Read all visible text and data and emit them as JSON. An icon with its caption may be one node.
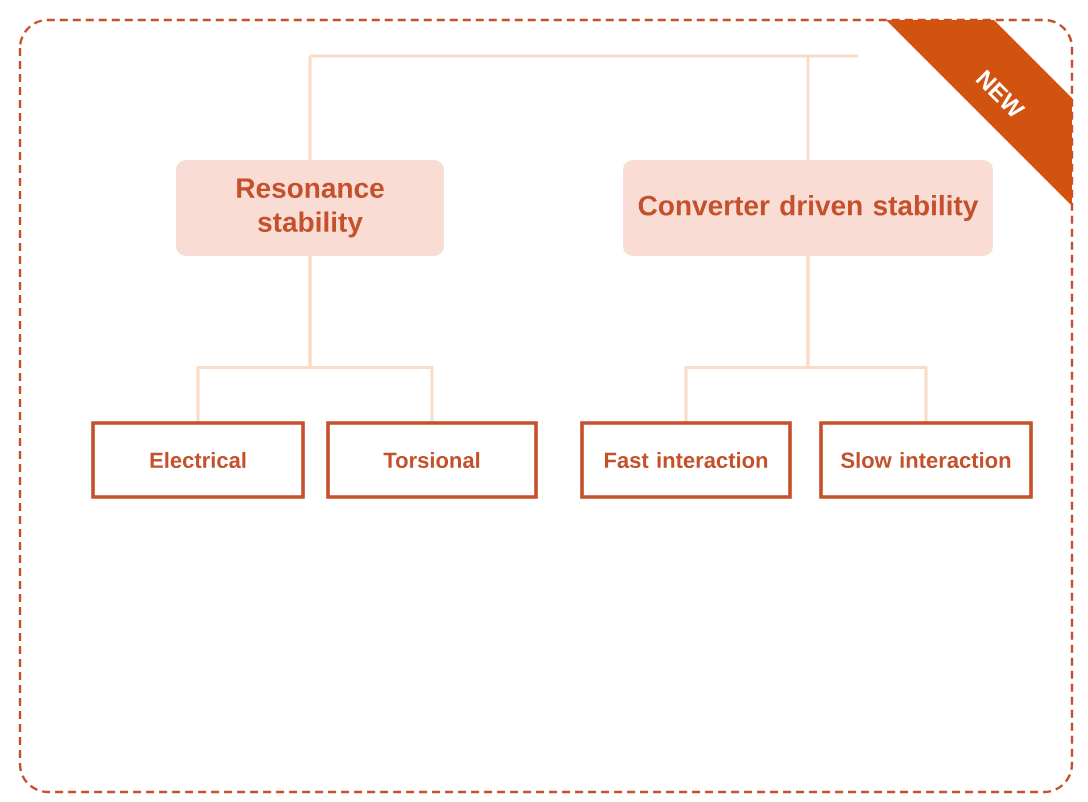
{
  "diagram": {
    "nodes": [
      {
        "text": [
          "Resonance stability"
        ]
      },
      {
        "text": [
          "Converter driven stability"
        ]
      },
      {
        "text": [
          "Electrical"
        ]
      },
      {
        "text": [
          "Torsional"
        ]
      },
      {
        "text": [
          "Fast interaction"
        ]
      },
      {
        "text": [
          "Slow interaction"
        ]
      },
      {
        "text": [
          "NEW"
        ]
      }
    ],
    "edges": [
      {
        "from": null,
        "to": 0,
        "arrow": "none"
      },
      {
        "from": null,
        "to": 1,
        "arrow": "none"
      },
      {
        "from": 0,
        "to": 2,
        "arrow": "none"
      },
      {
        "from": 0,
        "to": 3,
        "arrow": "none"
      },
      {
        "from": 1,
        "to": 4,
        "arrow": "none"
      },
      {
        "from": 1,
        "to": 5,
        "arrow": "none"
      }
    ]
  }
}
